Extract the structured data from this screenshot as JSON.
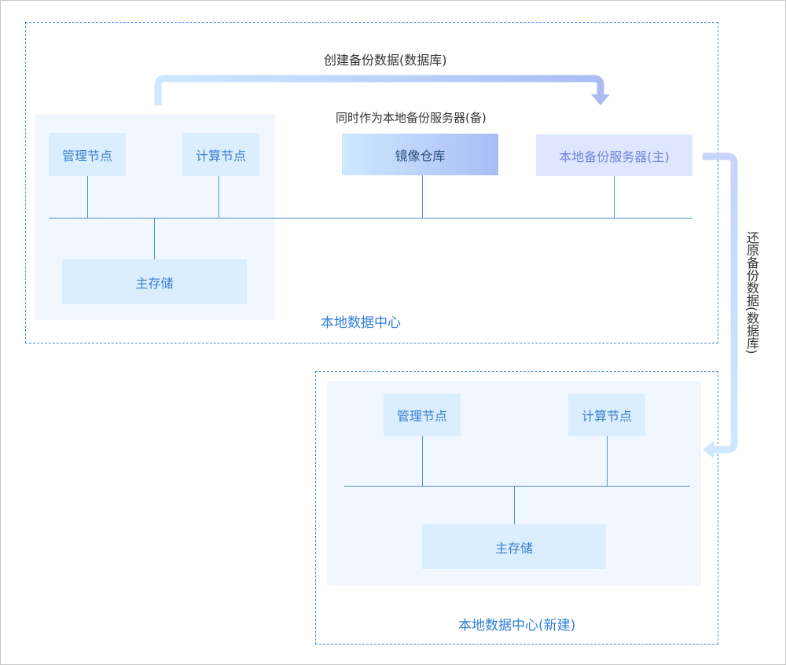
{
  "local_dc": {
    "title": "本地数据中心",
    "mgmt_node": "管理节点",
    "compute_node": "计算节点",
    "main_storage": "主存储",
    "image_repo": "镜像仓库",
    "image_repo_note": "同时作为本地备份服务器(备)",
    "backup_server": "本地备份服务器(主)"
  },
  "new_dc": {
    "title": "本地数据中心(新建)",
    "mgmt_node": "管理节点",
    "compute_node": "计算节点",
    "main_storage": "主存储"
  },
  "flows": {
    "create_backup": "创建备份数据(数据库)",
    "restore_backup": "还原备份数据(数据库)"
  },
  "colors": {
    "accent": "#2f7fd8",
    "box_fill": "#dbeeff",
    "panel_fill": "#f1f7fe",
    "line": "#4a8fd4",
    "arrow_start": "#cfe8ff",
    "arrow_end": "#a9bdf5"
  }
}
